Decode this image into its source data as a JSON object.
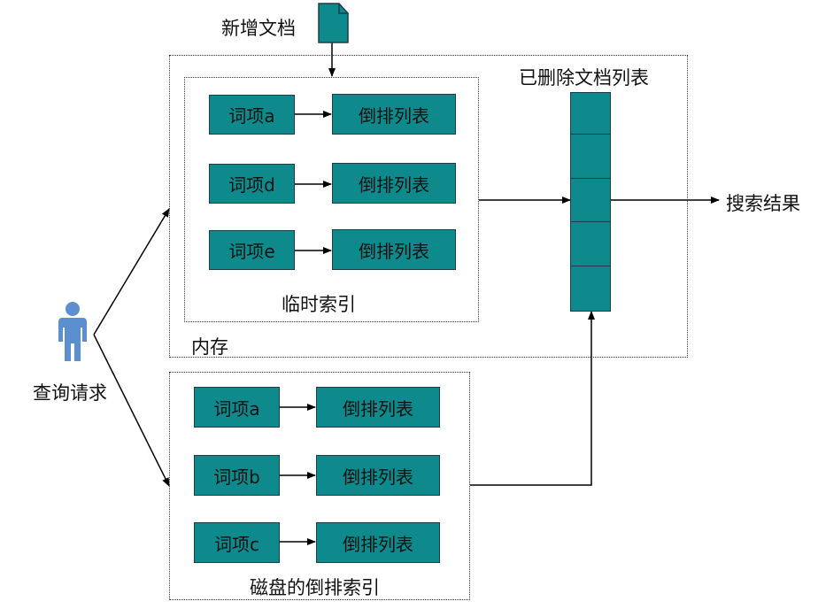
{
  "new_doc_label": "新增文档",
  "deleted_list_label": "已删除文档列表",
  "search_result_label": "搜索结果",
  "query_label": "查询请求",
  "memory_label": "内存",
  "temp_index": {
    "caption": "临时索引",
    "rows": [
      {
        "term": "词项a",
        "list": "倒排列表"
      },
      {
        "term": "词项d",
        "list": "倒排列表"
      },
      {
        "term": "词项e",
        "list": "倒排列表"
      }
    ]
  },
  "disk_index": {
    "caption": "磁盘的倒排索引",
    "rows": [
      {
        "term": "词项a",
        "list": "倒排列表"
      },
      {
        "term": "词项b",
        "list": "倒排列表"
      },
      {
        "term": "词项c",
        "list": "倒排列表"
      }
    ]
  },
  "colors": {
    "teal": "#0e8a8c",
    "person": "#5b8fd0",
    "arrow": "#000000"
  },
  "icons": [
    "document-icon",
    "person-icon"
  ]
}
